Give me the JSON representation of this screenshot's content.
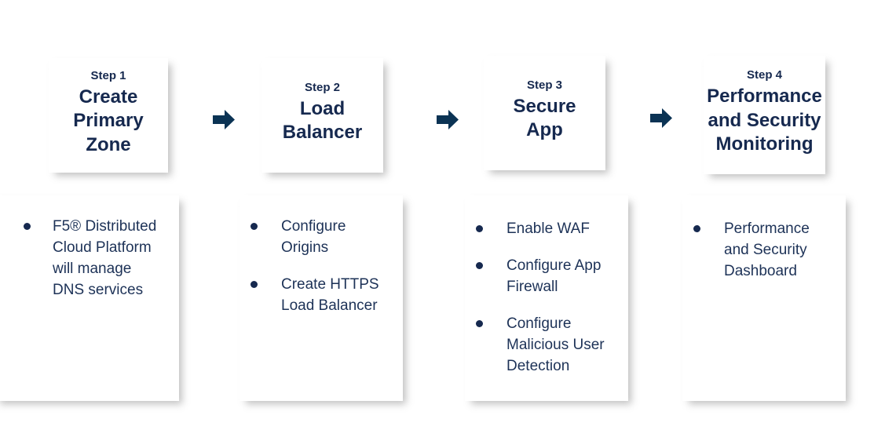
{
  "theme": {
    "background": "#ffffff",
    "card_background": "#ffffff",
    "heading_color": "#16294f",
    "body_text_color": "#1d3257",
    "arrow_color": "#0b3354",
    "bullet_color": "#16294f"
  },
  "diagram": {
    "type": "process-flow",
    "orientation": "horizontal",
    "step_count": 4,
    "steps": [
      {
        "label": "Step 1",
        "title": "Create\nPrimary\nZone",
        "bullets": [
          "F5® Distributed\nCloud Platform\nwill manage\nDNS services"
        ]
      },
      {
        "label": "Step 2",
        "title": "Load\nBalancer",
        "bullets": [
          "Configure\nOrigins",
          "Create HTTPS\nLoad Balancer"
        ]
      },
      {
        "label": "Step 3",
        "title": "Secure\nApp",
        "bullets": [
          "Enable WAF",
          "Configure App\nFirewall",
          "Configure\nMalicious User\nDetection"
        ]
      },
      {
        "label": "Step 4",
        "title": "Performance\nand Security\nMonitoring",
        "bullets": [
          "Performance\nand Security\nDashboard"
        ]
      }
    ],
    "connectors": [
      {
        "name": "arrow-step1-to-step2",
        "glyph": "right-arrow"
      },
      {
        "name": "arrow-step2-to-step3",
        "glyph": "right-arrow"
      },
      {
        "name": "arrow-step3-to-step4",
        "glyph": "right-arrow"
      }
    ]
  }
}
